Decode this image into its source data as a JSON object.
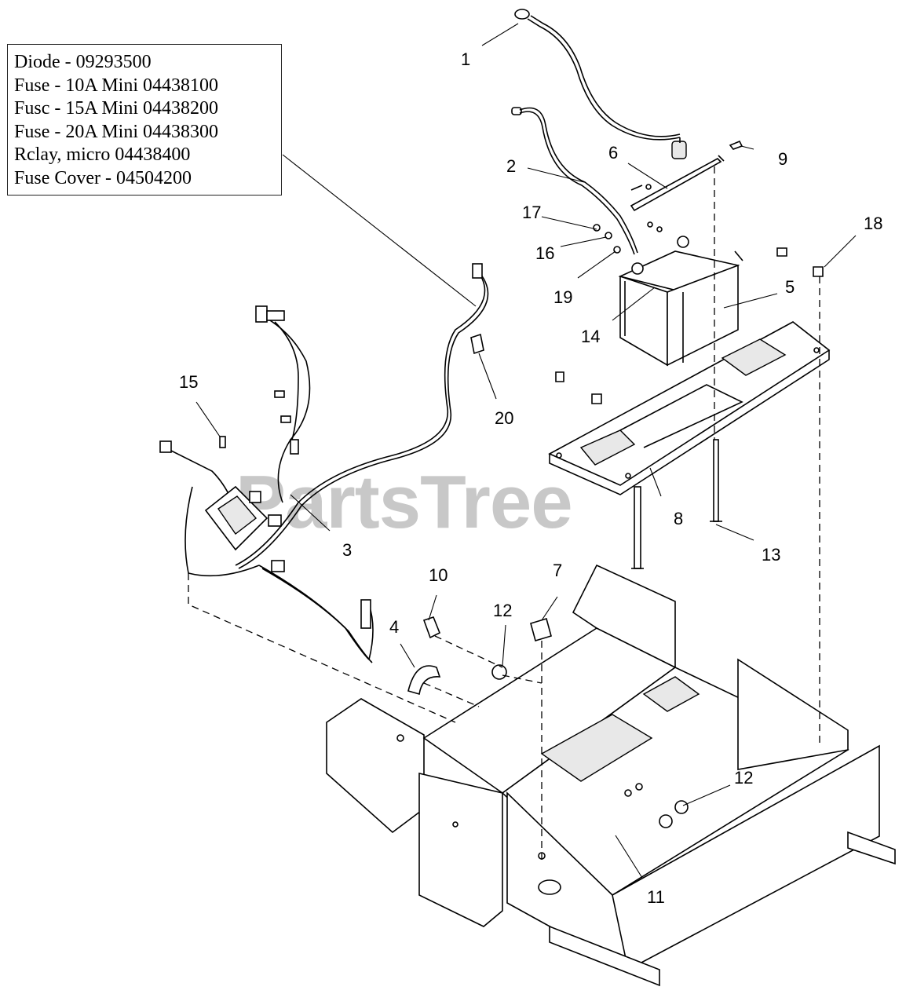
{
  "legend": {
    "lines": [
      "Diode - 09293500",
      "Fuse - 10A Mini 04438100",
      "Fusc - 15A Mini 04438200",
      "Fuse - 20A Mini 04438300",
      "Rclay, micro 04438400",
      "Fuse Cover - 04504200"
    ]
  },
  "watermark": "PartsTree",
  "callouts": {
    "c1": "1",
    "c2": "2",
    "c3": "3",
    "c4": "4",
    "c5": "5",
    "c6": "6",
    "c7": "7",
    "c8": "8",
    "c9": "9",
    "c10": "10",
    "c11": "11",
    "c12a": "12",
    "c12b": "12",
    "c13": "13",
    "c14": "14",
    "c15": "15",
    "c16": "16",
    "c17": "17",
    "c18": "18",
    "c19": "19",
    "c20": "20"
  }
}
